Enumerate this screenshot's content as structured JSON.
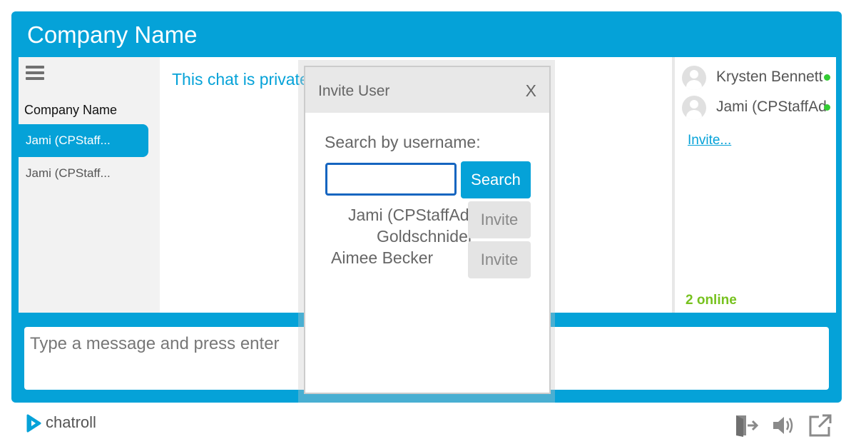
{
  "header": {
    "title": "Company Name"
  },
  "sidebar": {
    "room_name": "Company Name",
    "items": [
      {
        "label": "Jami (CPStaff...",
        "active": true
      },
      {
        "label": "Jami (CPStaff...",
        "active": false
      }
    ]
  },
  "chat": {
    "notice": "This chat is private"
  },
  "users": {
    "list": [
      {
        "name": "Krysten Bennett",
        "online": true
      },
      {
        "name": "Jami (CPStaffAdmin)",
        "online": true
      }
    ],
    "invite_link": "Invite...",
    "online_count": "2 online"
  },
  "message_input": {
    "placeholder": "Type a message and press enter"
  },
  "modal": {
    "title": "Invite User",
    "close_label": "X",
    "search_label": "Search by username:",
    "search_value": "",
    "search_button": "Search",
    "results": [
      {
        "line1": "Jami (CPStaffAdmin)",
        "line2": "Goldschnider",
        "action": "Invite"
      },
      {
        "line1": "Aimee Becker",
        "action": "Invite"
      }
    ]
  },
  "footer": {
    "brand": "chatroll",
    "icons": [
      "exit-icon",
      "volume-icon",
      "popout-icon"
    ]
  },
  "colors": {
    "accent": "#05a2d8",
    "online": "#77c21f",
    "online_dot": "#33cc33",
    "input_focus": "#1565c0"
  }
}
